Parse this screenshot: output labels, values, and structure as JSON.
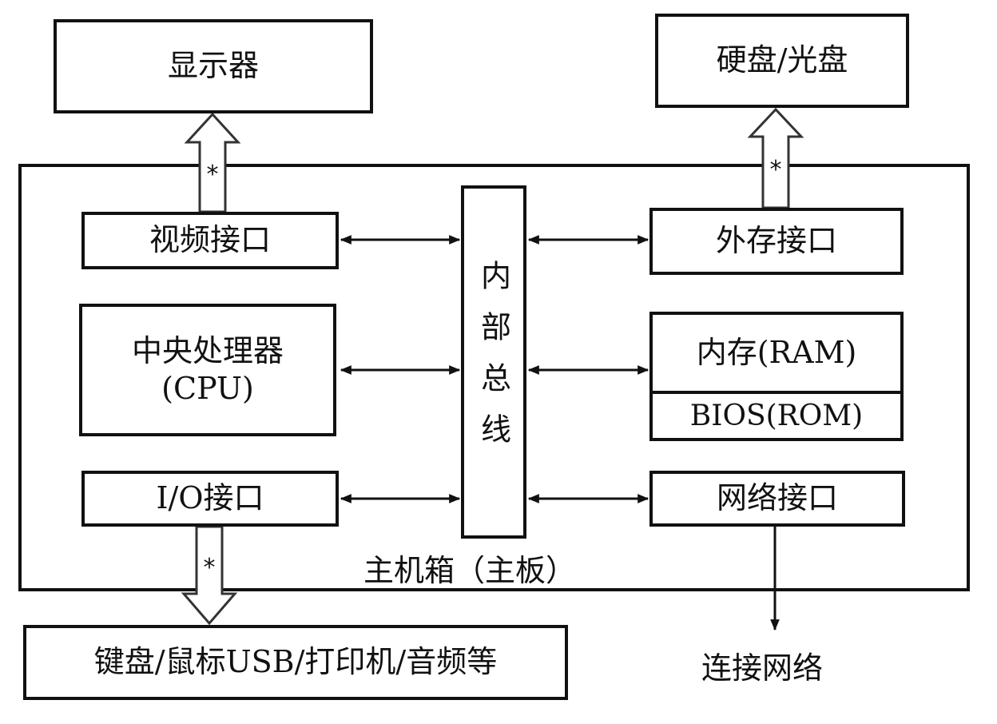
{
  "nodes": {
    "display": "显示器",
    "storage": "硬盘/光盘",
    "video_interface": "视频接口",
    "cpu_line1": "中央处理器",
    "cpu_line2": "(CPU)",
    "io_interface": "I/O接口",
    "internal_bus": "内部总线",
    "external_storage_interface": "外存接口",
    "ram": "内存(RAM)",
    "bios": "BIOS(ROM)",
    "network_interface": "网络接口",
    "peripherals": "键盘/鼠标USB/打印机/音频等",
    "connect_network": "连接网络"
  },
  "container": {
    "label": "主机箱（主板）"
  },
  "arrow_mark": "*",
  "edges": [
    {
      "from": "video_interface",
      "to": "display",
      "style": "hollow-arrow",
      "mark": "*"
    },
    {
      "from": "external_storage_interface",
      "to": "storage",
      "style": "hollow-arrow",
      "mark": "*"
    },
    {
      "from": "io_interface",
      "to": "peripherals",
      "style": "hollow-arrow",
      "mark": "*"
    },
    {
      "from": "video_interface",
      "to": "internal_bus",
      "style": "double-arrow"
    },
    {
      "from": "cpu",
      "to": "internal_bus",
      "style": "double-arrow"
    },
    {
      "from": "io_interface",
      "to": "internal_bus",
      "style": "double-arrow"
    },
    {
      "from": "internal_bus",
      "to": "external_storage_interface",
      "style": "double-arrow"
    },
    {
      "from": "internal_bus",
      "to": "ram",
      "style": "double-arrow"
    },
    {
      "from": "internal_bus",
      "to": "network_interface",
      "style": "double-arrow"
    },
    {
      "from": "network_interface",
      "to": "connect_network",
      "style": "arrow"
    }
  ]
}
